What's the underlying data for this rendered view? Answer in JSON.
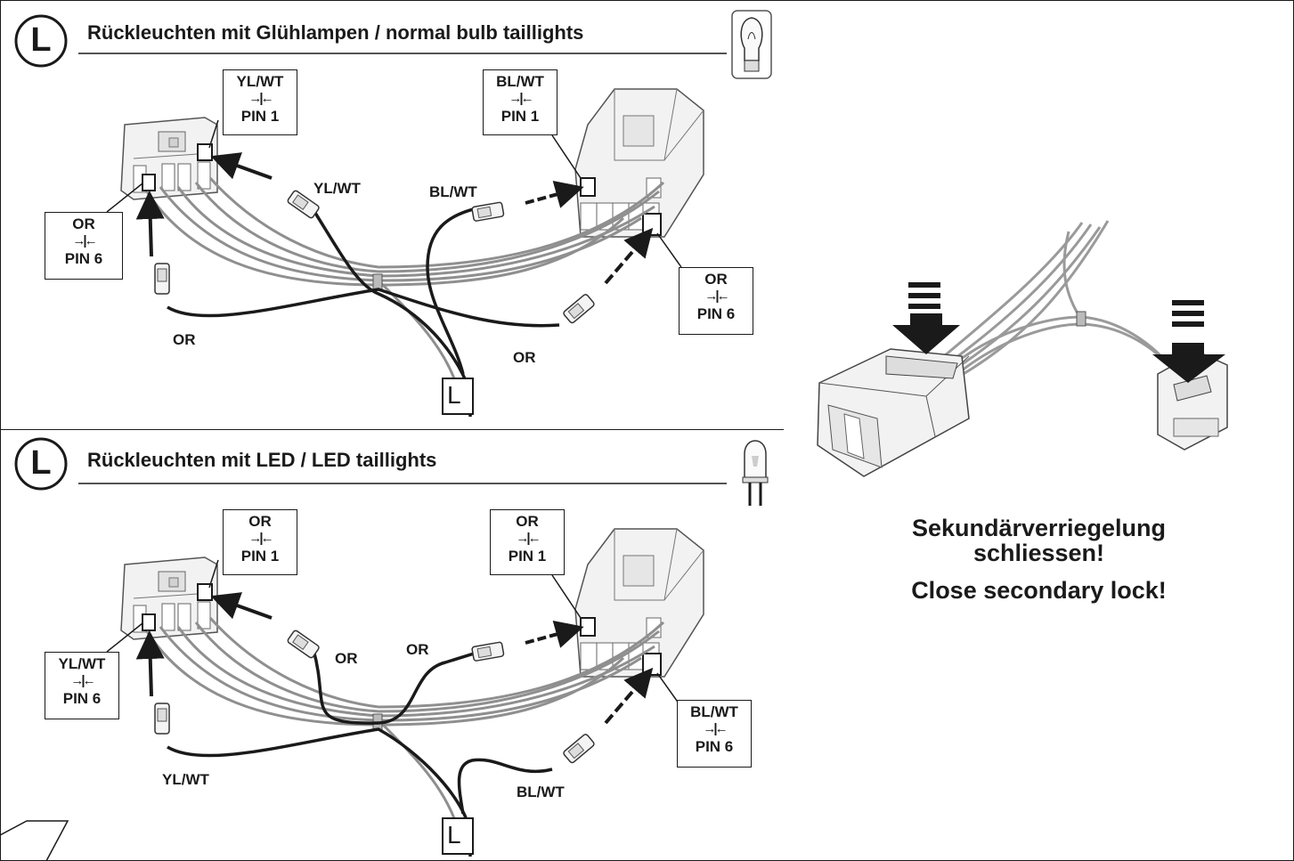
{
  "panel_top": {
    "badge": "L",
    "title": "Rückleuchten mit Glühlampen / normal bulb taillights",
    "bulb_icon": "incandescent-bulb-icon",
    "left_top_box": {
      "color": "YL/WT",
      "pin": "PIN 1"
    },
    "left_bottom_box": {
      "color": "OR",
      "pin": "PIN 6"
    },
    "right_top_box": {
      "color": "BL/WT",
      "pin": "PIN 1"
    },
    "right_bottom_box": {
      "color": "OR",
      "pin": "PIN 6"
    },
    "wire_labels": {
      "a": "YL/WT",
      "b": "BL/WT",
      "c": "OR",
      "d": "OR"
    },
    "tag": "L"
  },
  "panel_bottom": {
    "badge": "L",
    "title": "Rückleuchten mit LED / LED taillights",
    "bulb_icon": "led-icon",
    "left_top_box": {
      "color": "OR",
      "pin": "PIN 1"
    },
    "left_bottom_box": {
      "color": "YL/WT",
      "pin": "PIN 6"
    },
    "right_top_box": {
      "color": "OR",
      "pin": "PIN 1"
    },
    "right_bottom_box": {
      "color": "BL/WT",
      "pin": "PIN 6"
    },
    "wire_labels": {
      "a": "OR",
      "b": "OR",
      "c": "YL/WT",
      "d": "BL/WT"
    },
    "tag": "L"
  },
  "panel_right": {
    "line1": "Sekundärverriegelung",
    "line2": "schliessen!",
    "line3": "Close secondary lock!"
  },
  "pin_icon": "pin-insert-icon",
  "colors": {
    "line": "#1a1a1a",
    "gray_wire": "#8f8f8f",
    "connector_fill": "#f2f2f2",
    "connector_stroke": "#555555"
  }
}
